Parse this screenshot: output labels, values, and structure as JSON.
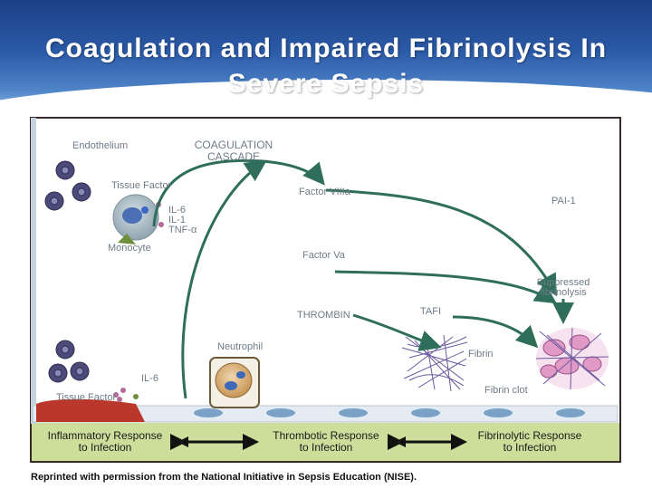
{
  "title": {
    "line1": "Coagulation and Impaired Fibrinolysis In",
    "line2": "Severe Sepsis"
  },
  "labels": {
    "endothelium": "Endothelium",
    "coagulation_line1": "COAGULATION",
    "coagulation_line2": "CASCADE",
    "tissue_factor_top": "Tissue Factor",
    "il6_top": "IL-6",
    "il1": "IL-1",
    "tnf": "TNF-α",
    "monocyte": "Monocyte",
    "factor_viiia": "Factor VIIIa",
    "factor_va": "Factor Va",
    "pai1": "PAI-1",
    "suppressed_line1": "Suppressed",
    "suppressed_line2": "fibrinolysis",
    "thrombin": "THROMBIN",
    "tafi": "TAFI",
    "neutrophil": "Neutrophil",
    "fibrin": "Fibrin",
    "il6_bottom": "IL-6",
    "fibrin_clot": "Fibrin clot",
    "tissue_factor_bottom": "Tissue Factor"
  },
  "responses": {
    "inflammatory_line1": "Inflammatory Response",
    "inflammatory_line2": "to Infection",
    "thrombotic_line1": "Thrombotic Response",
    "thrombotic_line2": "to Infection",
    "fibrinolytic_line1": "Fibrinolytic Response",
    "fibrinolytic_line2": "to Infection"
  },
  "credit": "Reprinted with permission from the National Initiative in Sepsis Education (NISE).",
  "colors": {
    "header_blue": "#2b5aa6",
    "arrow_green": "#2f6e5a",
    "response_band": "#ccde9a",
    "vessel_red": "#b9372b",
    "bacteria_purple": "#4c4a78",
    "clot_pink": "#e19ac6"
  },
  "icons": [
    "bacterium-icon",
    "monocyte-icon",
    "neutrophil-icon",
    "fibrin-mesh-icon",
    "fibrin-clot-icon",
    "double-arrow-icon"
  ]
}
